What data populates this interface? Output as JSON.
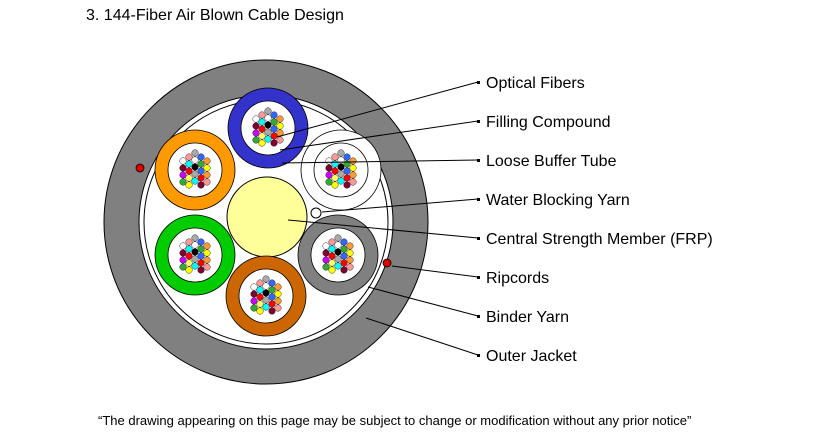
{
  "title": "3. 144-Fiber Air Blown Cable Design",
  "note": "“The drawing appearing on this page may be subject to change or modification without any prior notice”",
  "labels": [
    {
      "id": "optical-fibers",
      "text": "Optical Fibers"
    },
    {
      "id": "filling-compound",
      "text": "Filling Compound"
    },
    {
      "id": "loose-buffer-tube",
      "text": "Loose Buffer Tube"
    },
    {
      "id": "water-blocking-yarn",
      "text": "Water Blocking Yarn"
    },
    {
      "id": "central-strength-member",
      "text": "Central Strength Member (FRP)"
    },
    {
      "id": "ripcords",
      "text": "Ripcords"
    },
    {
      "id": "binder-yarn",
      "text": "Binder Yarn"
    },
    {
      "id": "outer-jacket",
      "text": "Outer Jacket"
    }
  ],
  "colors": {
    "jacket": "#808080",
    "csm": "#ffff99",
    "ripcord": "#e00000",
    "tubes": [
      "#3333cc",
      "#ffffff",
      "#808080",
      "#cc6600",
      "#00cc00",
      "#ff9900"
    ]
  },
  "fiber_colors": [
    "#ffffff",
    "#800030",
    "#cc00ff",
    "#33aa33",
    "#ff9999",
    "#00ffff",
    "#ff0000",
    "#ffff66",
    "#ffff00",
    "#aaaaaa",
    "#ffffff",
    "#000000",
    "#aaaaaa",
    "#00ffff",
    "#3366ff",
    "#33aa33",
    "#3366ff",
    "#ff0000",
    "#800030",
    "#ff9933",
    "#ffff00",
    "#ff9933",
    "#ff9999",
    "#cc00ff"
  ],
  "fibers_per_tube": 24,
  "tube_count": 6
}
